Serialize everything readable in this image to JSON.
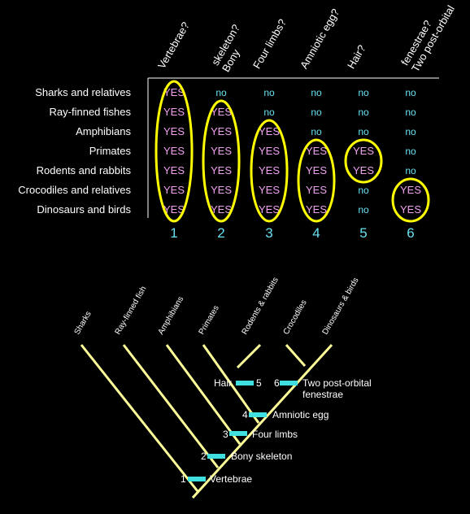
{
  "table": {
    "columns": [
      {
        "header": [
          "Vertebrae?"
        ],
        "number": "1"
      },
      {
        "header": [
          "Bony",
          "skeleton?"
        ],
        "number": "2"
      },
      {
        "header": [
          "Four limbs?"
        ],
        "number": "3"
      },
      {
        "header": [
          "Amniotic egg?"
        ],
        "number": "4"
      },
      {
        "header": [
          "Hair?"
        ],
        "number": "5"
      },
      {
        "header": [
          "Two post-orbital",
          "fenestrae?"
        ],
        "number": "6"
      }
    ],
    "rows": [
      {
        "label": "Sharks and relatives",
        "cells": [
          "YES",
          "no",
          "no",
          "no",
          "no",
          "no"
        ]
      },
      {
        "label": "Ray-finned fishes",
        "cells": [
          "YES",
          "YES",
          "no",
          "no",
          "no",
          "no"
        ]
      },
      {
        "label": "Amphibians",
        "cells": [
          "YES",
          "YES",
          "YES",
          "no",
          "no",
          "no"
        ]
      },
      {
        "label": "Primates",
        "cells": [
          "YES",
          "YES",
          "YES",
          "YES",
          "YES",
          "no"
        ]
      },
      {
        "label": "Rodents and rabbits",
        "cells": [
          "YES",
          "YES",
          "YES",
          "YES",
          "YES",
          "no"
        ]
      },
      {
        "label": "Crocodiles and relatives",
        "cells": [
          "YES",
          "YES",
          "YES",
          "YES",
          "no",
          "YES"
        ]
      },
      {
        "label": "Dinosaurs and birds",
        "cells": [
          "YES",
          "YES",
          "YES",
          "YES",
          "no",
          "YES"
        ]
      }
    ]
  },
  "tree": {
    "taxa": [
      "Sharks",
      "Ray-finned fish",
      "Amphibians",
      "Primates",
      "Rodents & rabbits",
      "Crocodiles",
      "Dinosaurs & birds"
    ],
    "traits": [
      {
        "number": "1",
        "label": "Vertebrae"
      },
      {
        "number": "2",
        "label": "Bony skeleton"
      },
      {
        "number": "3",
        "label": "Four limbs"
      },
      {
        "number": "4",
        "label": "Amniotic egg"
      },
      {
        "number": "5",
        "label": "Hair"
      },
      {
        "number": "6",
        "label": "Two post-orbital\nfenestrae"
      }
    ]
  },
  "colors": {
    "background": "#000000",
    "highlight": "#ffff00",
    "yes": "#f0a0f0",
    "no": "#68e0f0",
    "tree_line": "#ffff99",
    "marker": "#40e0e0"
  }
}
